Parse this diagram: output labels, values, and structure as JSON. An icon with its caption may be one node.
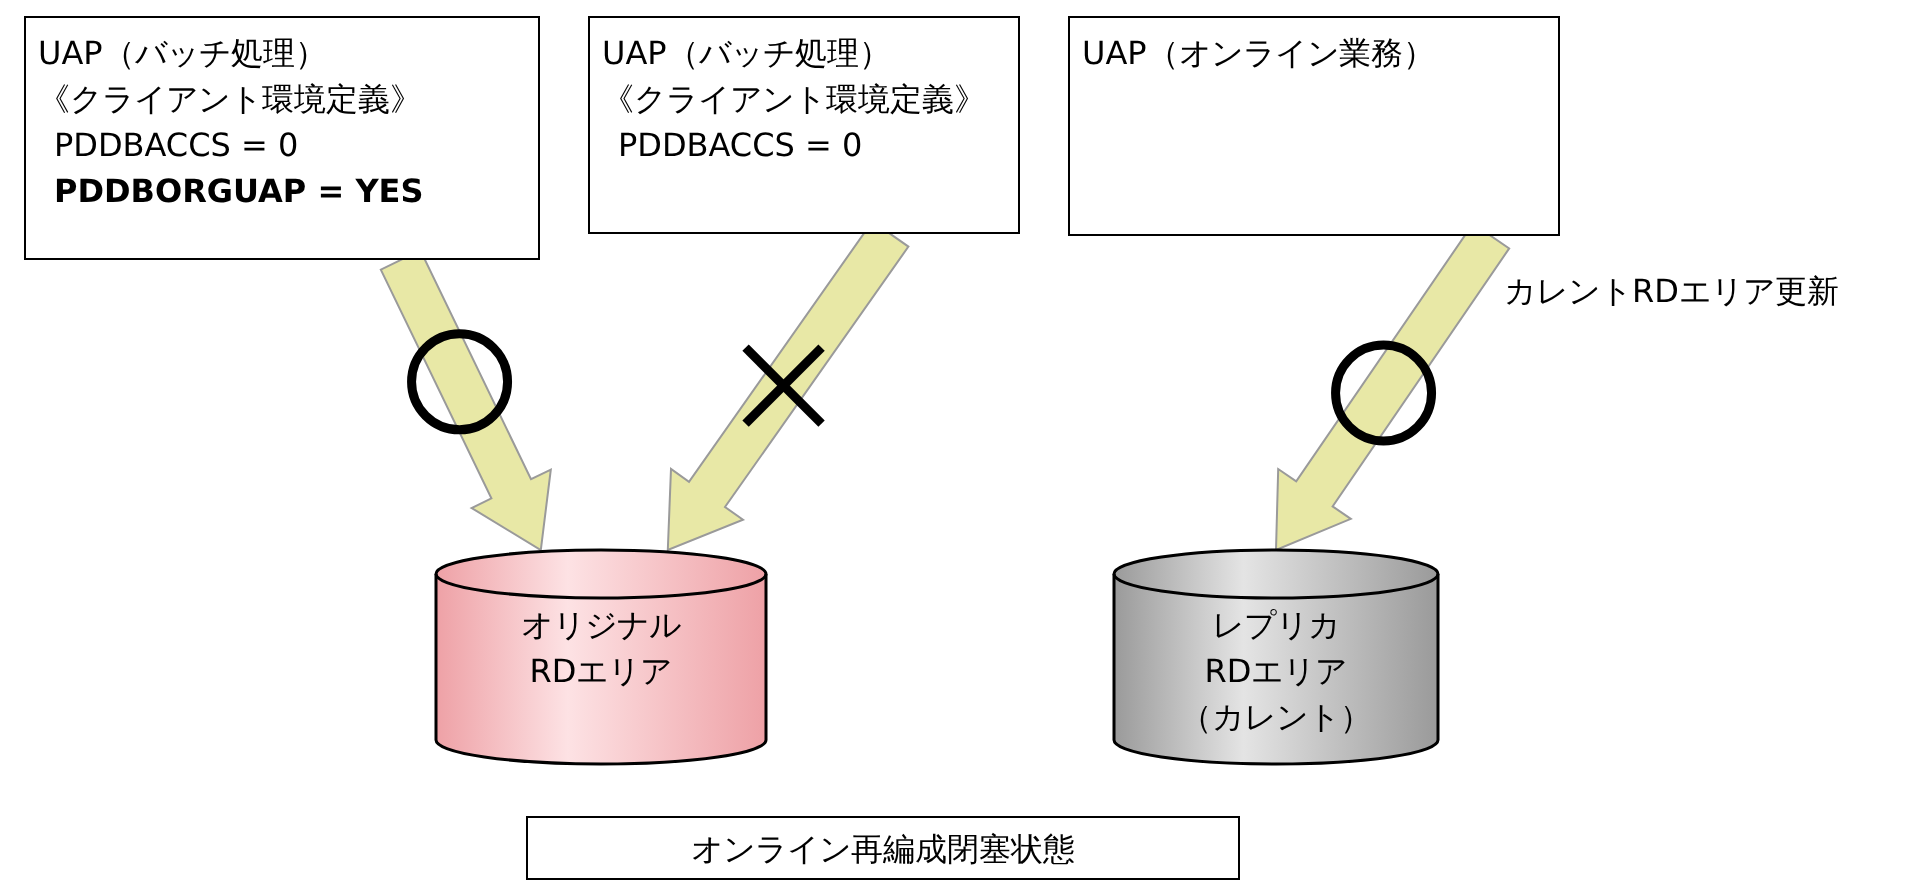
{
  "diagram": {
    "nodes": [
      {
        "text": [
          "UAP（バッチ処理）",
          "《クライアント環境定義》",
          "PDDBACCS = 0",
          "PDDBORGUAP = YES"
        ]
      },
      {
        "text": [
          "UAP（バッチ処理）",
          "《クライアント環境定義》",
          "PDDBACCS = 0"
        ]
      },
      {
        "text": [
          "UAP（オンライン業務）"
        ]
      },
      {
        "text": [
          "オリジナル",
          "RDエリア"
        ]
      },
      {
        "text": [
          "レプリカ",
          "RDエリア",
          "（カレント）"
        ]
      },
      {
        "text": [
          "オンライン再編成閉塞状態"
        ]
      }
    ],
    "edges": [
      {
        "from": 0,
        "to": 3,
        "arrow": "to"
      },
      {
        "from": 1,
        "to": 3,
        "arrow": "to"
      },
      {
        "from": 2,
        "to": 4,
        "arrow": "to",
        "label": "カレントRDエリア更新"
      }
    ]
  }
}
